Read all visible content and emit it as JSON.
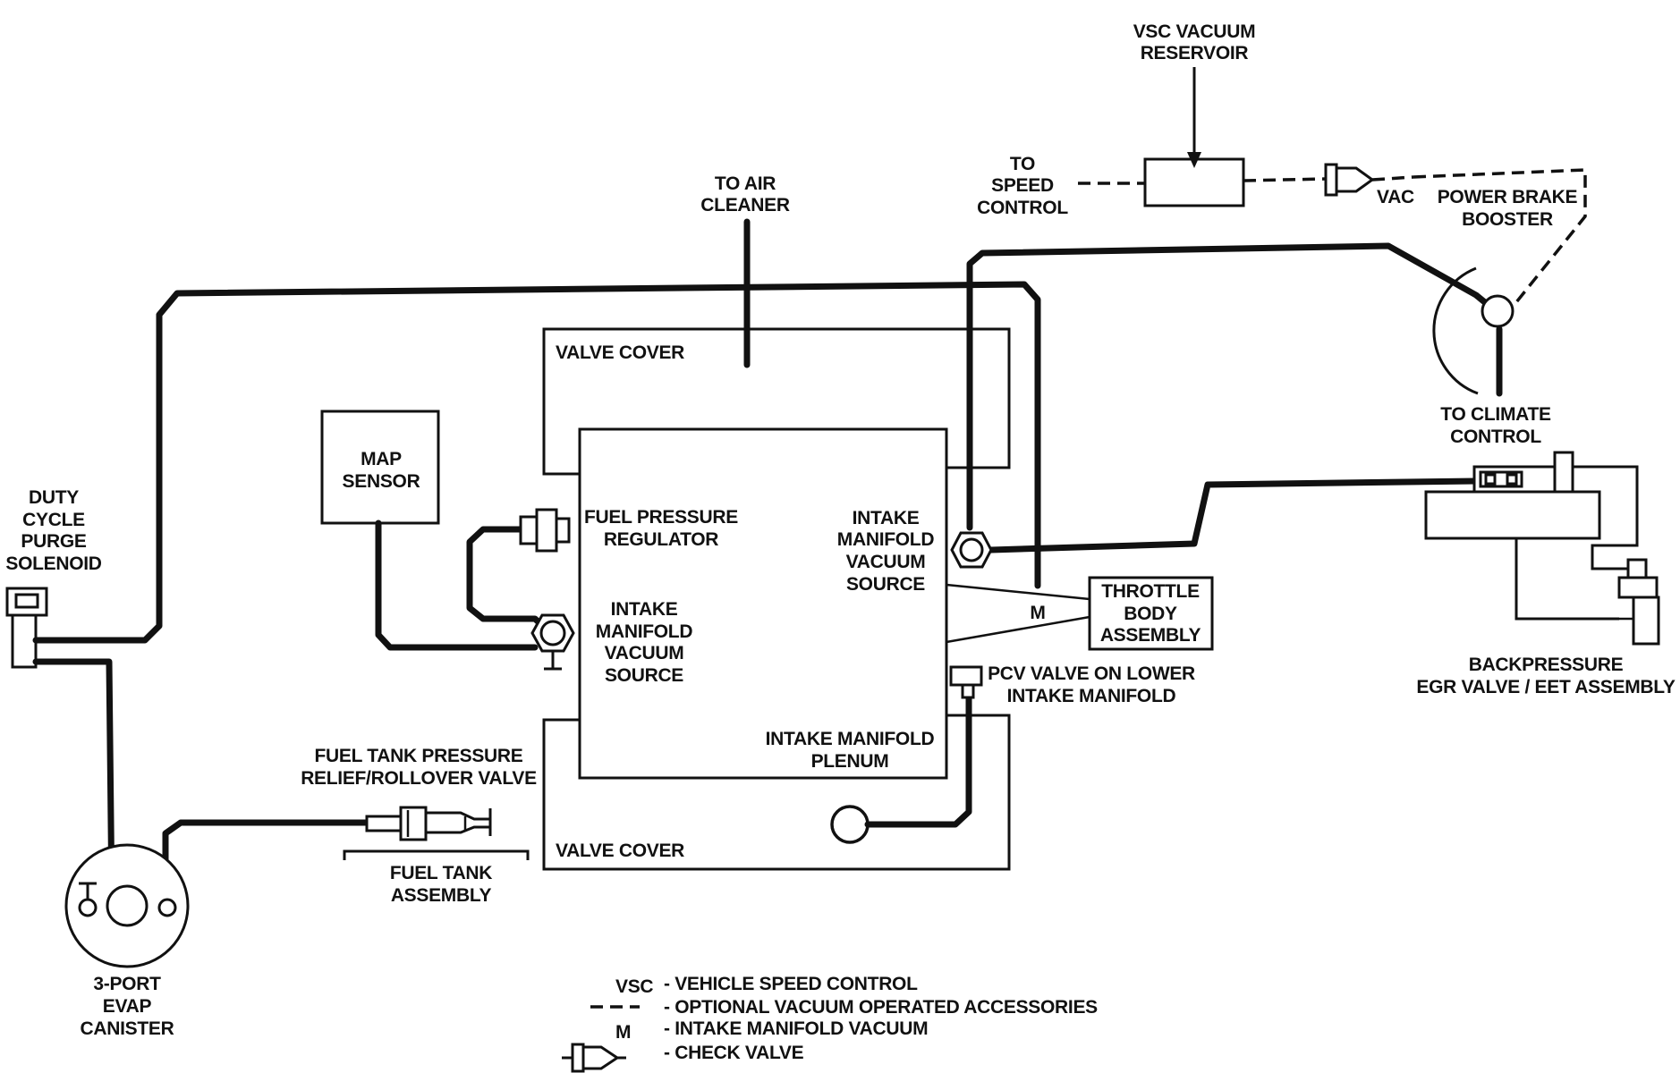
{
  "labels": {
    "vsc_reservoir": [
      "VSC VACUUM",
      "RESERVOIR"
    ],
    "to_speed_control": [
      "TO",
      "SPEED",
      "CONTROL"
    ],
    "vac": "VAC",
    "power_brake_booster": [
      "POWER BRAKE",
      "BOOSTER"
    ],
    "to_air_cleaner": [
      "TO AIR",
      "CLEANER"
    ],
    "to_climate_control": [
      "TO CLIMATE",
      "CONTROL"
    ],
    "valve_cover_top": "VALVE COVER",
    "valve_cover_bottom": "VALVE COVER",
    "map_sensor": [
      "MAP",
      "SENSOR"
    ],
    "fuel_pressure_regulator": [
      "FUEL PRESSURE",
      "REGULATOR"
    ],
    "intake_vacuum_source_left": [
      "INTAKE",
      "MANIFOLD",
      "VACUUM",
      "SOURCE"
    ],
    "intake_vacuum_source_right": [
      "INTAKE",
      "MANIFOLD",
      "VACUUM",
      "SOURCE"
    ],
    "m_marker": "M",
    "throttle_body": [
      "THROTTLE",
      "BODY",
      "ASSEMBLY"
    ],
    "pcv_valve": [
      "PCV VALVE ON LOWER",
      "INTAKE MANIFOLD"
    ],
    "intake_plenum": [
      "INTAKE MANIFOLD",
      "PLENUM"
    ],
    "duty_cycle_solenoid": [
      "DUTY",
      "CYCLE",
      "PURGE",
      "SOLENOID"
    ],
    "fuel_tank_valve": [
      "FUEL TANK PRESSURE",
      "RELIEF/ROLLOVER VALVE"
    ],
    "fuel_tank_assembly": [
      "FUEL TANK",
      "ASSEMBLY"
    ],
    "evap_canister": [
      "3-PORT",
      "EVAP",
      "CANISTER"
    ],
    "backpressure_egr": [
      "BACKPRESSURE",
      "EGR VALVE / EET ASSEMBLY"
    ]
  },
  "legend": {
    "vsc_symbol": "VSC",
    "vsc_text": "- VEHICLE SPEED CONTROL",
    "optional_text": "- OPTIONAL VACUUM OPERATED ACCESSORIES",
    "m_symbol": "M",
    "m_text": "- INTAKE MANIFOLD VACUUM",
    "check_valve_text": "- CHECK VALVE"
  },
  "colors": {
    "ink": "#111111",
    "background": "#ffffff"
  }
}
